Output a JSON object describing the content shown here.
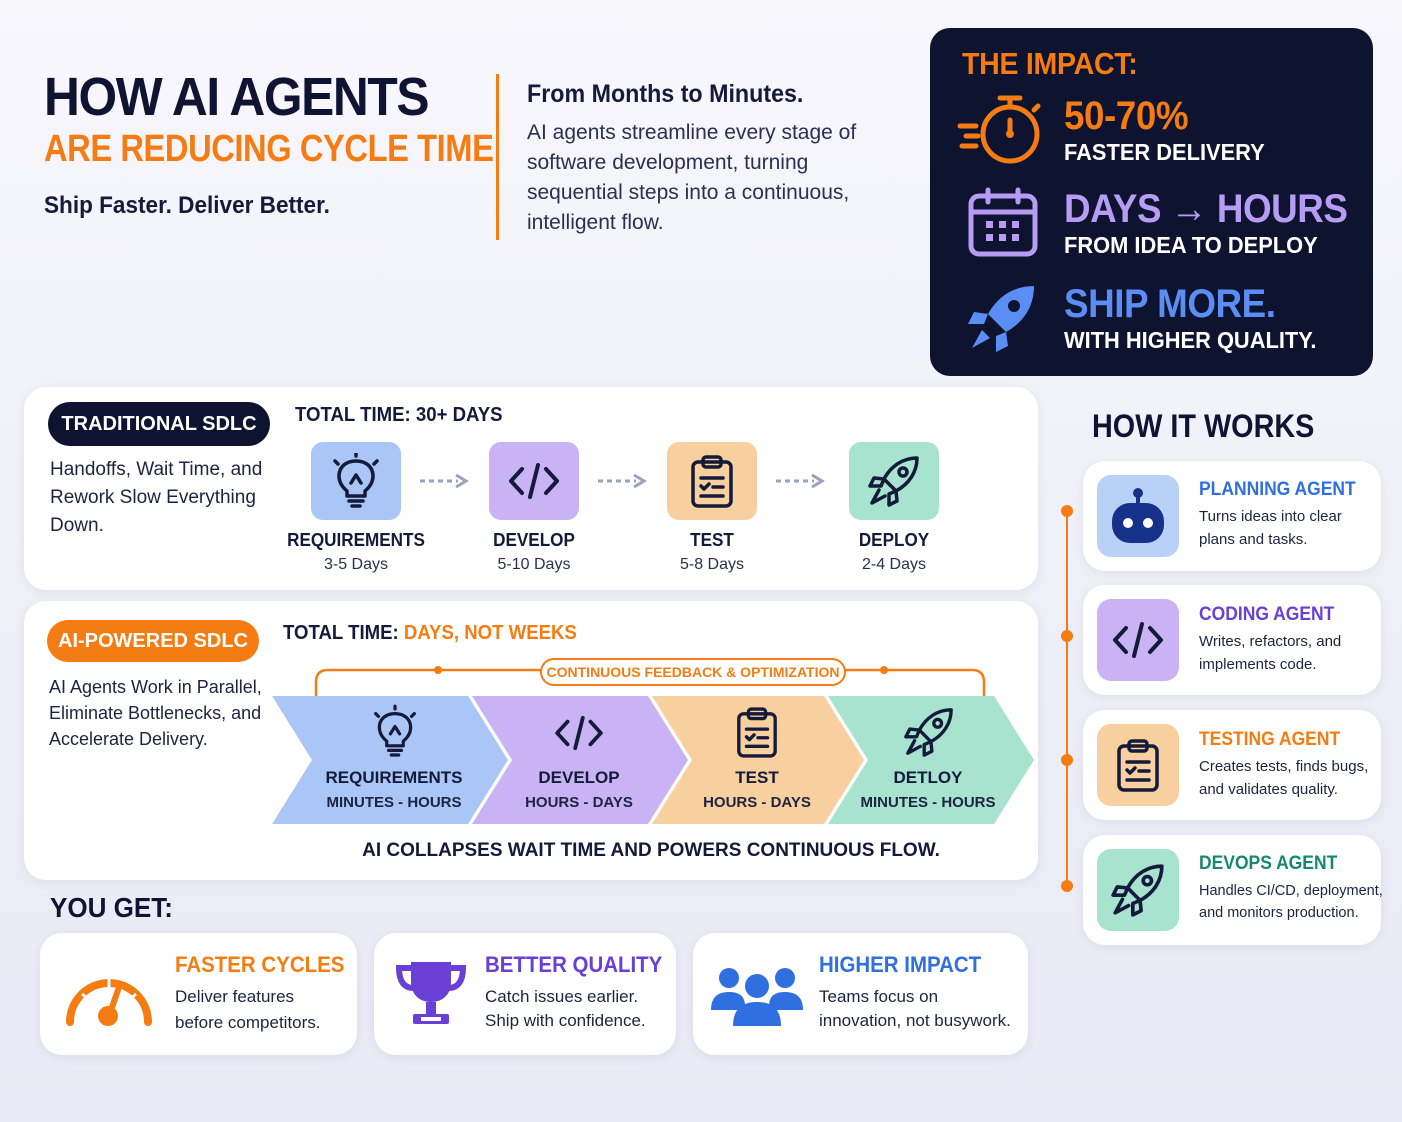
{
  "header": {
    "title_line1": "HOW AI AGENTS",
    "title_line2": "ARE REDUCING CYCLE TIME",
    "tagline": "Ship Faster. Deliver Better.",
    "intro_heading": "From Months to Minutes.",
    "intro_text": "AI agents streamline every stage of software development, turning sequential steps into a continuous, intelligent flow."
  },
  "impact": {
    "title": "THE IMPACT:",
    "items": [
      {
        "big": "50-70%",
        "small": "FASTER DELIVERY",
        "icon": "stopwatch-icon",
        "color": "#f57c12"
      },
      {
        "big": "DAYS → HOURS",
        "small": "FROM IDEA TO DEPLOY",
        "icon": "calendar-icon",
        "color": "#b79cf5"
      },
      {
        "big": "SHIP MORE.",
        "small": "WITH HIGHER QUALITY.",
        "icon": "rocket-icon",
        "color": "#5b8ef5"
      }
    ]
  },
  "traditional": {
    "label": "TRADITIONAL SDLC",
    "description": "Handoffs, Wait Time, and Rework Slow Everything Down.",
    "total_label": "TOTAL TIME:",
    "total_value": "30+ DAYS",
    "stages": [
      {
        "name": "REQUIREMENTS",
        "duration": "3-5 Days",
        "icon": "lightbulb-icon",
        "color": "#a9c6f7"
      },
      {
        "name": "DEVELOP",
        "duration": "5-10 Days",
        "icon": "code-icon",
        "color": "#c9b3f5"
      },
      {
        "name": "TEST",
        "duration": "5-8 Days",
        "icon": "clipboard-icon",
        "color": "#f8cf9e"
      },
      {
        "name": "DEPLOY",
        "duration": "2-4 Days",
        "icon": "rocket-icon",
        "color": "#a8e3cf"
      }
    ]
  },
  "ai_powered": {
    "label": "AI-POWERED SDLC",
    "description": "AI Agents Work in Parallel, Eliminate Bottlenecks, and Accelerate Delivery.",
    "total_label": "TOTAL TIME:",
    "total_value": "DAYS, NOT WEEKS",
    "feedback": "CONTINUOUS FEEDBACK & OPTIMIZATION",
    "stages": [
      {
        "name": "REQUIREMENTS",
        "duration": "MINUTES - HOURS",
        "icon": "lightbulb-icon",
        "color": "#a9c6f7"
      },
      {
        "name": "DEVELOP",
        "duration": "HOURS - DAYS",
        "icon": "code-icon",
        "color": "#c9b3f5"
      },
      {
        "name": "TEST",
        "duration": "HOURS - DAYS",
        "icon": "clipboard-icon",
        "color": "#f8cf9e"
      },
      {
        "name": "DETLOY",
        "duration": "MINUTES - HOURS",
        "icon": "rocket-icon",
        "color": "#a8e3cf"
      }
    ],
    "footer": "AI COLLAPSES WAIT TIME AND POWERS CONTINUOUS FLOW."
  },
  "you_get": {
    "title": "YOU GET:",
    "items": [
      {
        "heading": "FASTER CYCLES",
        "line1": "Deliver features",
        "line2": "before competitors.",
        "icon": "speedometer-icon",
        "color": "#f57c12"
      },
      {
        "heading": "BETTER QUALITY",
        "line1": "Catch issues earlier.",
        "line2": "Ship with confidence.",
        "icon": "trophy-icon",
        "color": "#6a3fd6"
      },
      {
        "heading": "HIGHER IMPACT",
        "line1": "Teams focus on",
        "line2": "innovation, not busywork.",
        "icon": "team-icon",
        "color": "#2f6fe0"
      }
    ]
  },
  "how_it_works": {
    "title": "HOW IT WORKS",
    "agents": [
      {
        "name": "PLANNING AGENT",
        "line1": "Turns ideas into clear",
        "line2": "plans and tasks.",
        "icon": "robot-icon",
        "color": "#2f6fe0",
        "bg": "#b9d1f7"
      },
      {
        "name": "CODING AGENT",
        "line1": "Writes, refactors, and",
        "line2": "implements code.",
        "icon": "code-icon",
        "color": "#6a3fd6",
        "bg": "#c9b3f5"
      },
      {
        "name": "TESTING AGENT",
        "line1": "Creates tests, finds bugs,",
        "line2": "and validates quality.",
        "icon": "clipboard-icon",
        "color": "#f57c12",
        "bg": "#f8cf9e"
      },
      {
        "name": "DEVOPS AGENT",
        "line1": "Handles CI/CD, deployment,",
        "line2": "and monitors production.",
        "icon": "rocket-icon",
        "color": "#158a6a",
        "bg": "#a8e3cf"
      }
    ]
  }
}
